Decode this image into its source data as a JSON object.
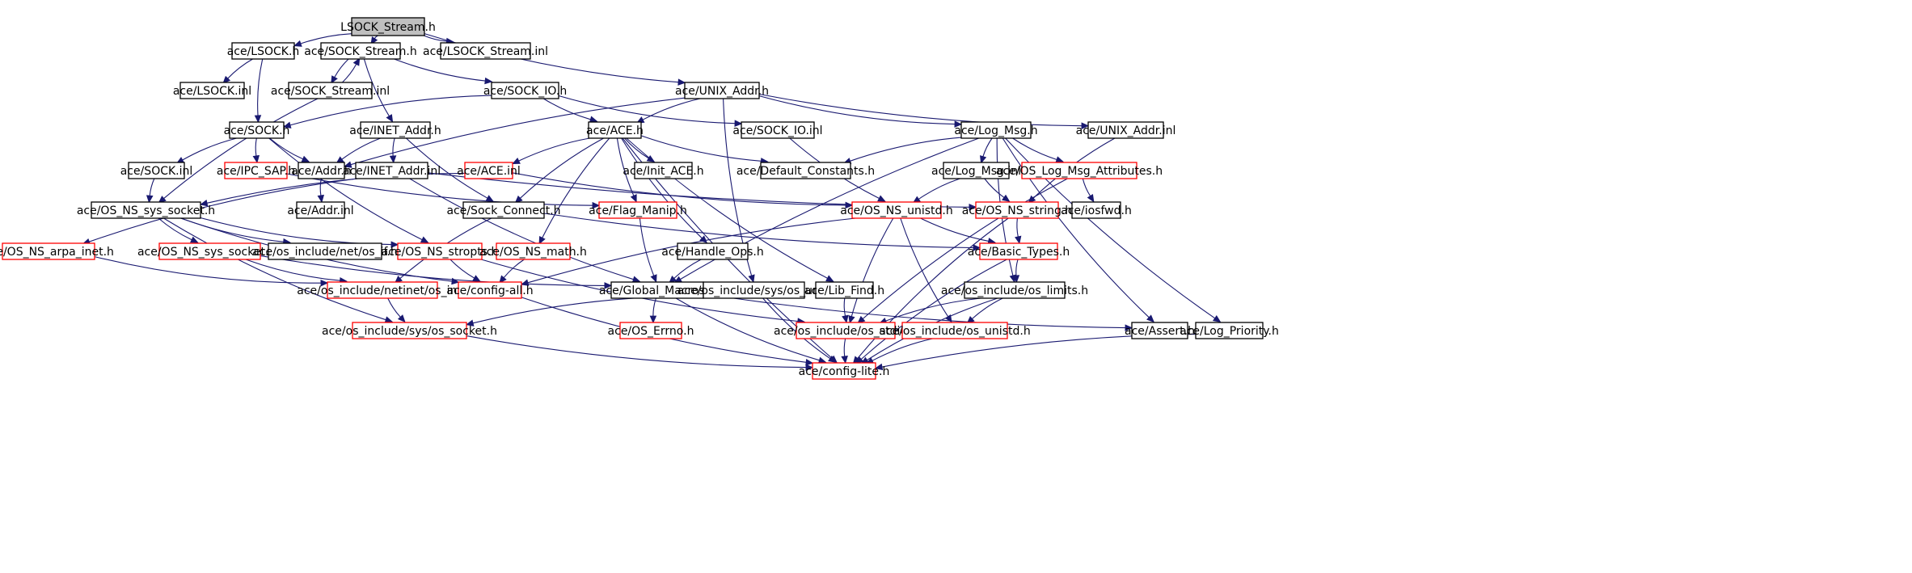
{
  "colors": {
    "edge": "#191970",
    "node_border_default": "#000000",
    "node_border_truncated": "#ff0000",
    "root_fill": "#bfbfbf"
  },
  "nodes": [
    {
      "id": "root",
      "label": "LSOCK_Stream.h",
      "root": true
    },
    {
      "id": "lsock_h",
      "label": "ace/LSOCK.h"
    },
    {
      "id": "sock_stream_h",
      "label": "ace/SOCK_Stream.h"
    },
    {
      "id": "lsock_stream_inl",
      "label": "ace/LSOCK_Stream.inl"
    },
    {
      "id": "lsock_inl",
      "label": "ace/LSOCK.inl"
    },
    {
      "id": "sock_stream_inl",
      "label": "ace/SOCK_Stream.inl"
    },
    {
      "id": "sock_io_h",
      "label": "ace/SOCK_IO.h"
    },
    {
      "id": "unix_addr_h",
      "label": "ace/UNIX_Addr.h"
    },
    {
      "id": "sock_h",
      "label": "ace/SOCK.h"
    },
    {
      "id": "inet_addr_h",
      "label": "ace/INET_Addr.h"
    },
    {
      "id": "ace_h",
      "label": "ace/ACE.h"
    },
    {
      "id": "sock_io_inl",
      "label": "ace/SOCK_IO.inl"
    },
    {
      "id": "log_msg_h",
      "label": "ace/Log_Msg.h"
    },
    {
      "id": "unix_addr_inl",
      "label": "ace/UNIX_Addr.inl"
    },
    {
      "id": "sock_inl",
      "label": "ace/SOCK.inl"
    },
    {
      "id": "ipc_sap_h",
      "label": "ace/IPC_SAP.h",
      "truncated": true
    },
    {
      "id": "addr_h",
      "label": "ace/Addr.h"
    },
    {
      "id": "inet_addr_inl",
      "label": "ace/INET_Addr.inl"
    },
    {
      "id": "ace_inl",
      "label": "ace/ACE.inl",
      "truncated": true
    },
    {
      "id": "init_ace_h",
      "label": "ace/Init_ACE.h"
    },
    {
      "id": "default_constants_h",
      "label": "ace/Default_Constants.h"
    },
    {
      "id": "log_msg_inl",
      "label": "ace/Log_Msg.inl"
    },
    {
      "id": "os_log_msg_attributes_h",
      "label": "ace/OS_Log_Msg_Attributes.h",
      "truncated": true
    },
    {
      "id": "addr_inl",
      "label": "ace/Addr.inl"
    },
    {
      "id": "os_ns_sys_socket_h",
      "label": "ace/OS_NS_sys_socket.h"
    },
    {
      "id": "sock_connect_h",
      "label": "ace/Sock_Connect.h"
    },
    {
      "id": "flag_manip_h",
      "label": "ace/Flag_Manip.h",
      "truncated": true
    },
    {
      "id": "os_ns_unistd_h",
      "label": "ace/OS_NS_unistd.h",
      "truncated": true
    },
    {
      "id": "os_ns_string_h",
      "label": "ace/OS_NS_string.h",
      "truncated": true
    },
    {
      "id": "iosfwd_h",
      "label": "ace/iosfwd.h"
    },
    {
      "id": "os_ns_arpa_inet_h",
      "label": "ace/OS_NS_arpa_inet.h",
      "truncated": true
    },
    {
      "id": "os_ns_sys_socket_inl",
      "label": "ace/OS_NS_sys_socket.inl",
      "truncated": true
    },
    {
      "id": "os_if_h",
      "label": "ace/os_include/net/os_if.h"
    },
    {
      "id": "os_ns_stropts_h",
      "label": "ace/OS_NS_stropts.h",
      "truncated": true
    },
    {
      "id": "os_ns_math_h",
      "label": "ace/OS_NS_math.h",
      "truncated": true
    },
    {
      "id": "handle_ops_h",
      "label": "ace/Handle_Ops.h"
    },
    {
      "id": "basic_types_h",
      "label": "ace/Basic_Types.h",
      "truncated": true
    },
    {
      "id": "os_in_h",
      "label": "ace/os_include/netinet/os_in.h",
      "truncated": true
    },
    {
      "id": "config_all_h",
      "label": "ace/config-all.h",
      "truncated": true
    },
    {
      "id": "global_macros_h",
      "label": "ace/Global_Macros.h"
    },
    {
      "id": "os_un_h",
      "label": "ace/os_include/sys/os_un.h"
    },
    {
      "id": "lib_find_h",
      "label": "ace/Lib_Find.h"
    },
    {
      "id": "os_limits_h",
      "label": "ace/os_include/os_limits.h"
    },
    {
      "id": "os_socket_h",
      "label": "ace/os_include/sys/os_socket.h",
      "truncated": true
    },
    {
      "id": "os_errno_h",
      "label": "ace/OS_Errno.h",
      "truncated": true
    },
    {
      "id": "os_stdio_h",
      "label": "ace/os_include/os_stdio.h",
      "truncated": true
    },
    {
      "id": "os_unistd_h",
      "label": "ace/os_include/os_unistd.h",
      "truncated": true
    },
    {
      "id": "assert_h",
      "label": "ace/Assert.h"
    },
    {
      "id": "log_priority_h",
      "label": "ace/Log_Priority.h"
    },
    {
      "id": "config_lite_h",
      "label": "ace/config-lite.h",
      "truncated": true
    }
  ],
  "edges": [
    [
      "root",
      "lsock_h"
    ],
    [
      "root",
      "sock_stream_h"
    ],
    [
      "root",
      "lsock_stream_inl"
    ],
    [
      "root",
      "unix_addr_h"
    ],
    [
      "lsock_h",
      "lsock_inl"
    ],
    [
      "lsock_h",
      "sock_h"
    ],
    [
      "sock_stream_h",
      "sock_stream_inl"
    ],
    [
      "sock_stream_inl",
      "sock_stream_h"
    ],
    [
      "sock_stream_h",
      "sock_io_h"
    ],
    [
      "sock_stream_h",
      "inet_addr_h"
    ],
    [
      "sock_stream_inl",
      "os_ns_sys_socket_h"
    ],
    [
      "sock_io_h",
      "sock_h"
    ],
    [
      "sock_io_h",
      "ace_h"
    ],
    [
      "sock_io_h",
      "sock_io_inl"
    ],
    [
      "unix_addr_h",
      "addr_h"
    ],
    [
      "unix_addr_h",
      "ace_h"
    ],
    [
      "unix_addr_h",
      "log_msg_h"
    ],
    [
      "unix_addr_h",
      "unix_addr_inl"
    ],
    [
      "unix_addr_h",
      "os_un_h"
    ],
    [
      "sock_h",
      "addr_h"
    ],
    [
      "sock_h",
      "ipc_sap_h"
    ],
    [
      "sock_h",
      "sock_inl"
    ],
    [
      "sock_h",
      "os_ns_stropts_h"
    ],
    [
      "inet_addr_h",
      "addr_h"
    ],
    [
      "inet_addr_h",
      "inet_addr_inl"
    ],
    [
      "inet_addr_h",
      "sock_connect_h"
    ],
    [
      "sock_inl",
      "os_ns_sys_socket_h"
    ],
    [
      "ipc_sap_h",
      "flag_manip_h"
    ],
    [
      "addr_h",
      "addr_inl"
    ],
    [
      "inet_addr_inl",
      "os_ns_arpa_inet_h"
    ],
    [
      "inet_addr_inl",
      "os_ns_string_h"
    ],
    [
      "inet_addr_inl",
      "global_macros_h"
    ],
    [
      "ace_h",
      "ace_inl"
    ],
    [
      "ace_h",
      "init_ace_h"
    ],
    [
      "ace_h",
      "default_constants_h"
    ],
    [
      "ace_h",
      "flag_manip_h"
    ],
    [
      "ace_h",
      "sock_connect_h"
    ],
    [
      "ace_h",
      "os_ns_math_h"
    ],
    [
      "ace_h",
      "handle_ops_h"
    ],
    [
      "ace_h",
      "lib_find_h"
    ],
    [
      "ace_h",
      "config_lite_h"
    ],
    [
      "ace_inl",
      "os_ns_sys_socket_h"
    ],
    [
      "ace_inl",
      "os_ns_unistd_h"
    ],
    [
      "sock_io_inl",
      "os_ns_unistd_h"
    ],
    [
      "log_msg_h",
      "default_constants_h"
    ],
    [
      "log_msg_h",
      "log_msg_inl"
    ],
    [
      "log_msg_h",
      "os_log_msg_attributes_h"
    ],
    [
      "log_msg_h",
      "global_macros_h"
    ],
    [
      "log_msg_h",
      "os_limits_h"
    ],
    [
      "log_msg_h",
      "assert_h"
    ],
    [
      "log_msg_h",
      "log_priority_h"
    ],
    [
      "unix_addr_inl",
      "os_ns_string_h"
    ],
    [
      "log_msg_inl",
      "os_ns_unistd_h"
    ],
    [
      "log_msg_inl",
      "os_ns_string_h"
    ],
    [
      "os_log_msg_attributes_h",
      "iosfwd_h"
    ],
    [
      "os_log_msg_attributes_h",
      "os_stdio_h"
    ],
    [
      "os_ns_sys_socket_h",
      "os_ns_sys_socket_inl"
    ],
    [
      "os_ns_sys_socket_h",
      "os_if_h"
    ],
    [
      "os_ns_sys_socket_h",
      "os_ns_stropts_h"
    ],
    [
      "os_ns_sys_socket_h",
      "config_all_h"
    ],
    [
      "os_ns_sys_socket_h",
      "os_socket_h"
    ],
    [
      "sock_connect_h",
      "basic_types_h"
    ],
    [
      "sock_connect_h",
      "os_in_h"
    ],
    [
      "flag_manip_h",
      "global_macros_h"
    ],
    [
      "os_ns_unistd_h",
      "basic_types_h"
    ],
    [
      "os_ns_unistd_h",
      "config_all_h"
    ],
    [
      "os_ns_unistd_h",
      "os_stdio_h"
    ],
    [
      "os_ns_unistd_h",
      "os_unistd_h"
    ],
    [
      "os_ns_string_h",
      "basic_types_h"
    ],
    [
      "os_ns_string_h",
      "config_lite_h"
    ],
    [
      "os_ns_arpa_inet_h",
      "os_in_h"
    ],
    [
      "os_ns_sys_socket_inl",
      "os_in_h"
    ],
    [
      "os_ns_sys_socket_inl",
      "global_macros_h"
    ],
    [
      "os_ns_stropts_h",
      "config_all_h"
    ],
    [
      "os_ns_stropts_h",
      "os_stdio_h"
    ],
    [
      "os_ns_math_h",
      "config_all_h"
    ],
    [
      "handle_ops_h",
      "global_macros_h"
    ],
    [
      "basic_types_h",
      "os_limits_h"
    ],
    [
      "basic_types_h",
      "config_lite_h"
    ],
    [
      "os_in_h",
      "os_socket_h"
    ],
    [
      "config_all_h",
      "config_lite_h"
    ],
    [
      "global_macros_h",
      "os_errno_h"
    ],
    [
      "global_macros_h",
      "config_lite_h"
    ],
    [
      "global_macros_h",
      "assert_h"
    ],
    [
      "os_un_h",
      "os_socket_h"
    ],
    [
      "os_un_h",
      "config_lite_h"
    ],
    [
      "lib_find_h",
      "os_stdio_h"
    ],
    [
      "os_limits_h",
      "os_stdio_h"
    ],
    [
      "os_limits_h",
      "os_unistd_h"
    ],
    [
      "os_limits_h",
      "config_lite_h"
    ],
    [
      "os_socket_h",
      "config_lite_h"
    ],
    [
      "os_stdio_h",
      "config_lite_h"
    ],
    [
      "os_unistd_h",
      "config_lite_h"
    ],
    [
      "log_priority_h",
      "config_lite_h"
    ]
  ]
}
